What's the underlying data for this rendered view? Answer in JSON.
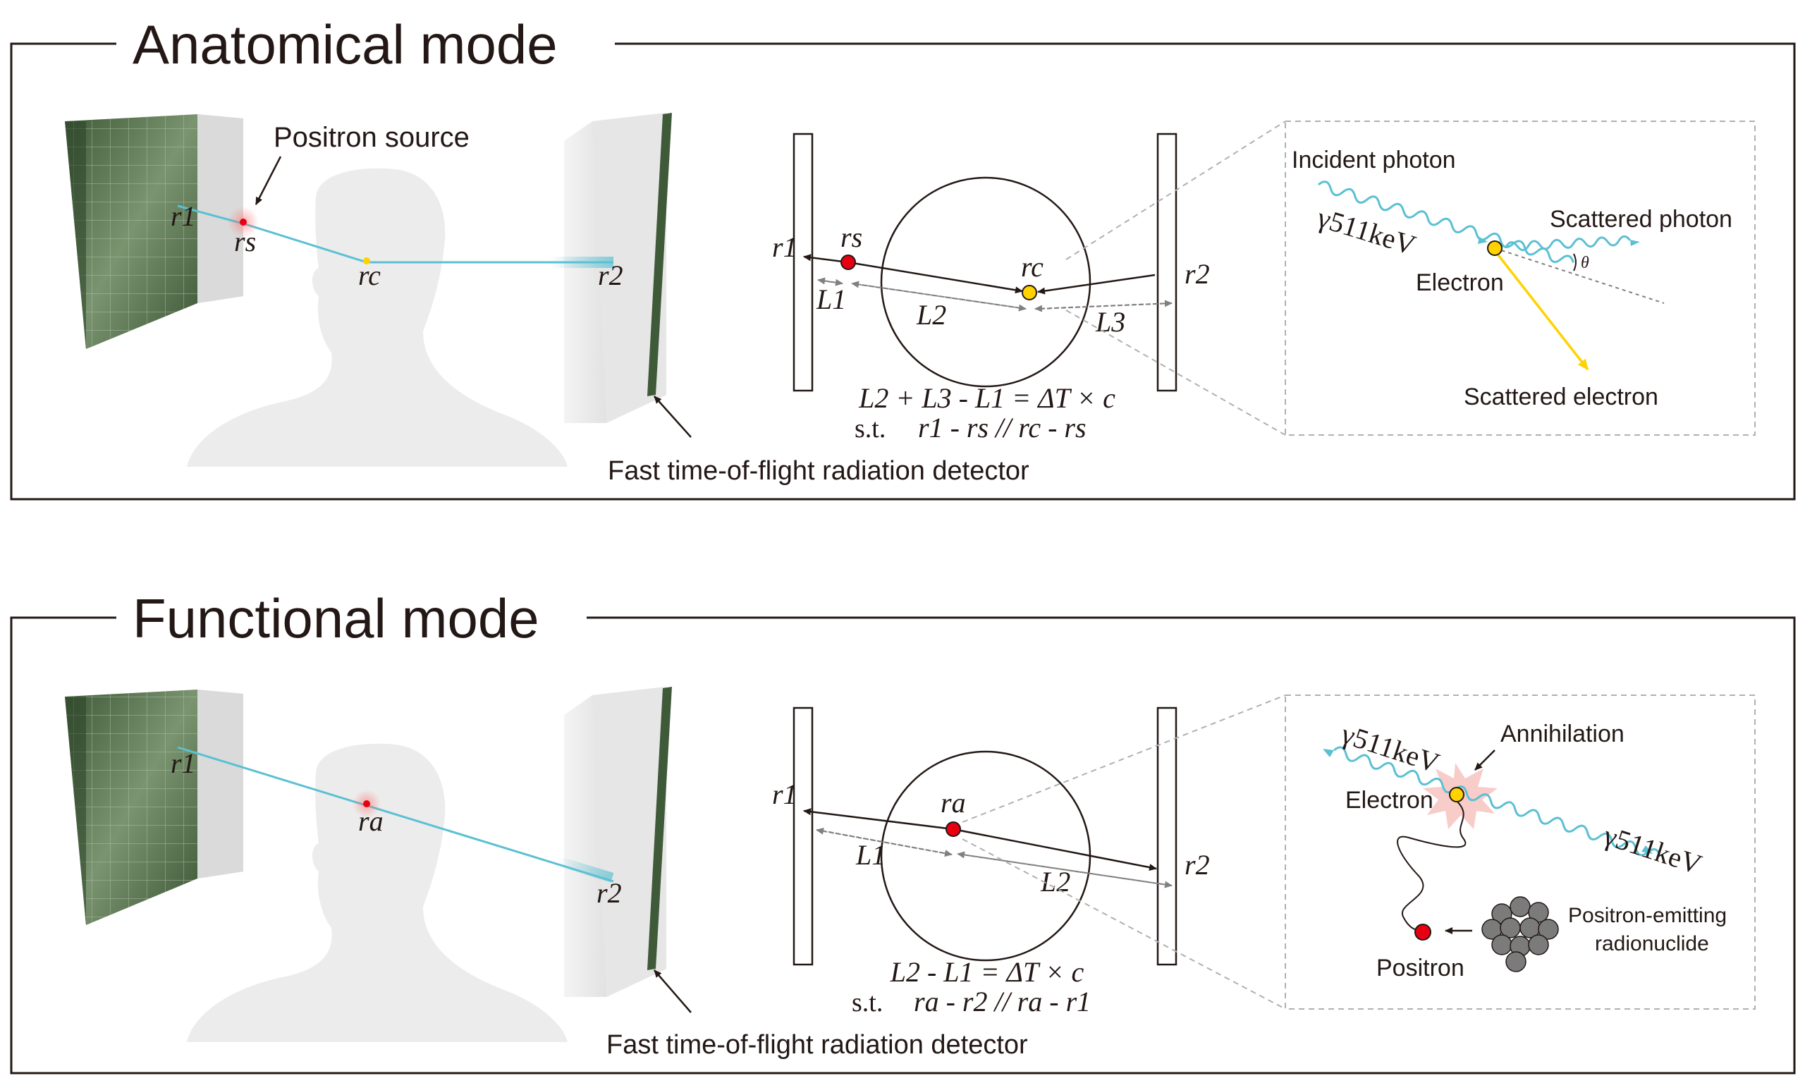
{
  "anatomical": {
    "title": "Anatomical mode",
    "positron_source": "Positron source",
    "label_r1": "r1",
    "label_rs": "rs",
    "label_rc": "rc",
    "label_r2": "r2",
    "detector_caption": "Fast time-of-flight radiation detector",
    "diagram": {
      "r1": "r1",
      "rs": "rs",
      "rc": "rc",
      "r2": "r2",
      "L1": "L1",
      "L2": "L2",
      "L3": "L3",
      "equation": "L2 + L3 - L1 = ΔT × c",
      "st": "s.t.",
      "constraint": "r1 - rs // rc - rs"
    },
    "inset": {
      "incident_photon": "Incident photon",
      "energy": "γ511keV",
      "scattered_photon": "Scattered photon",
      "electron": "Electron",
      "theta": "θ",
      "scattered_electron": "Scattered electron"
    }
  },
  "functional": {
    "title": "Functional mode",
    "label_r1": "r1",
    "label_ra": "ra",
    "label_r2": "r2",
    "detector_caption": "Fast time-of-flight radiation detector",
    "diagram": {
      "r1": "r1",
      "ra": "ra",
      "r2": "r2",
      "L1": "L1",
      "L2": "L2",
      "equation": "L2 - L1 = ΔT × c",
      "st": "s.t.",
      "constraint": "ra - r2 // ra - r1"
    },
    "inset": {
      "energy_left": "γ511keV",
      "annihilation": "Annihilation",
      "electron": "Electron",
      "energy_right": "γ511keV",
      "positron": "Positron",
      "nuclide_line1": "Positron-emitting",
      "nuclide_line2": "radionuclide"
    }
  },
  "colors": {
    "line": "#231815",
    "beam": "#5bc0d3",
    "source_red": "#e60012",
    "electron_yellow": "#ffd200",
    "arrow_gray": "#808080",
    "detector_green": "#4e6b45",
    "head_gray": "#ececec"
  }
}
